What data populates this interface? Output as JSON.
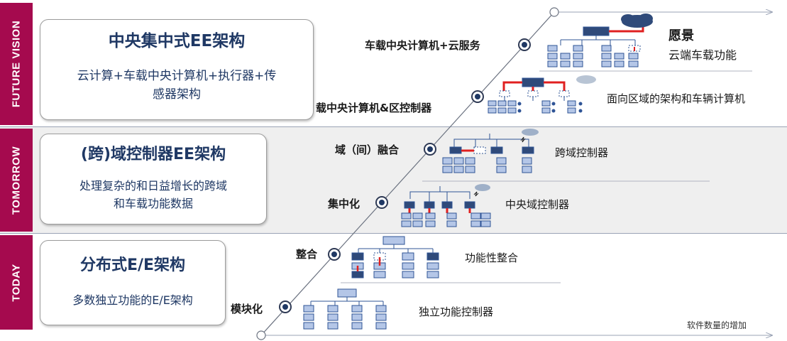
{
  "bands": [
    {
      "id": "future",
      "side_label": "FUTURE VISION",
      "box_title": "中央集中式EE架构",
      "box_desc": "云计算+车载中央计算机+执行器+传感器架构"
    },
    {
      "id": "tomorrow",
      "side_label": "TOMORROW",
      "box_title": "(跨)域控制器EE架构",
      "box_desc": "处理复杂的和日益增长的跨域和车载功能数据"
    },
    {
      "id": "today",
      "side_label": "TODAY",
      "box_title": "分布式E/E架构",
      "box_desc": "多数独立功能的E/E架构"
    }
  ],
  "box_desc_lines": {
    "future": [
      "云计算+车载中央计算机+执行器+传",
      "感器架构"
    ],
    "tomorrow": [
      "处理复杂的和日益增长的跨域",
      "和车载功能数据"
    ],
    "today": [
      "多数独立功能的E/E架构"
    ]
  },
  "stages": [
    {
      "label": "车载中央计算机+云服务",
      "description_title": "愿景",
      "description": "云端车载功能"
    },
    {
      "label": "载中央计算机&区控制器",
      "description": "面向区域的架构和车辆计算机"
    },
    {
      "label": "域（间）融合",
      "description": "跨域控制器"
    },
    {
      "label": "集中化",
      "description": "中央域控制器"
    },
    {
      "label": "整合",
      "description": "功能性整合"
    },
    {
      "label": "模块化",
      "description": "独立功能控制器"
    }
  ],
  "axis_label": "软件数量的增加",
  "colors": {
    "accent": "#a50a4e",
    "navy": "#1f3864",
    "ecu_fill": "#b4c6e7",
    "ecu_stroke": "#2f5496",
    "highlight": "#e02020",
    "cloud": "#9fb0c8"
  }
}
